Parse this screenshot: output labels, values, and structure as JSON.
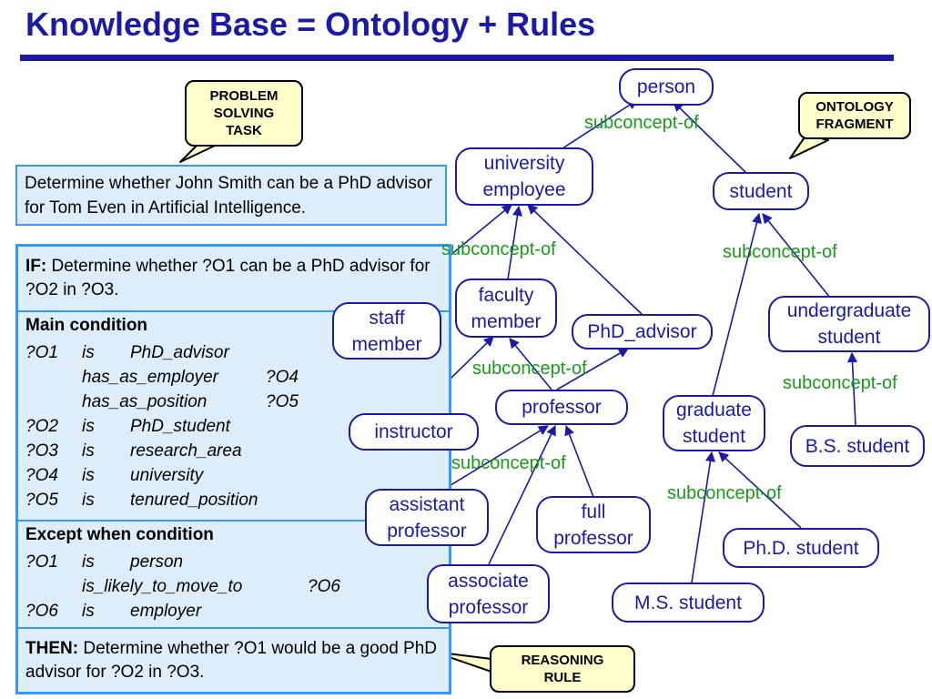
{
  "title": "Knowledge Base = Ontology + Rules",
  "callouts": {
    "problem_task": "PROBLEM\nSOLVING\nTASK",
    "ontology_fragment": "ONTOLOGY\nFRAGMENT",
    "reasoning_rule": "REASONING\nRULE"
  },
  "task_text": "Determine whether John Smith can be a PhD advisor for Tom Even in Artificial Intelligence.",
  "rule": {
    "if_label": "IF:",
    "if_text": " Determine whether ?O1 can be a PhD advisor for ?O2 in ?O3.",
    "main_condition_label": "Main condition",
    "main_condition": [
      [
        "?O1",
        "is",
        "PhD_advisor"
      ],
      [
        "",
        "has_as_employer",
        "?O4"
      ],
      [
        "",
        "has_as_position",
        "?O5"
      ],
      [
        "?O2",
        "is",
        "PhD_student"
      ],
      [
        "?O3",
        "is",
        "research_area"
      ],
      [
        "?O4",
        "is",
        "university"
      ],
      [
        "?O5",
        "is",
        "tenured_position"
      ]
    ],
    "except_condition_label": "Except when condition",
    "except_condition": [
      [
        "?O1",
        "is",
        "person"
      ],
      [
        "",
        "is_likely_to_move_to",
        "?O6"
      ],
      [
        "?O6",
        "is",
        "employer"
      ]
    ],
    "then_label": "THEN:",
    "then_text": " Determine whether ?O1 would be a good PhD advisor for ?O2 in ?O3."
  },
  "ontology": {
    "nodes": {
      "person": "person",
      "university_employee": "university\nemployee",
      "student": "student",
      "staff_member": "staff\nmember",
      "faculty_member": "faculty\nmember",
      "phd_advisor": "PhD_advisor",
      "undergraduate_student": "undergraduate\nstudent",
      "instructor": "instructor",
      "professor": "professor",
      "graduate_student": "graduate\nstudent",
      "bs_student": "B.S. student",
      "assistant_professor": "assistant\nprofessor",
      "full_professor": "full\nprofessor",
      "associate_professor": "associate\nprofessor",
      "phd_student": "Ph.D. student",
      "ms_student": "M.S. student"
    },
    "edge_labels": [
      "subconcept-of",
      "subconcept-of",
      "subconcept-of",
      "subconcept-of",
      "subconcept-of",
      "subconcept-of",
      "subconcept-of"
    ]
  },
  "colors": {
    "title": "#1a1aa6",
    "node_border": "#1a1aa6",
    "edge_label": "#1a9a1a",
    "rule_background": "#ddeefa",
    "rule_border": "#3399ff",
    "callout_background": "#ffffcc"
  }
}
